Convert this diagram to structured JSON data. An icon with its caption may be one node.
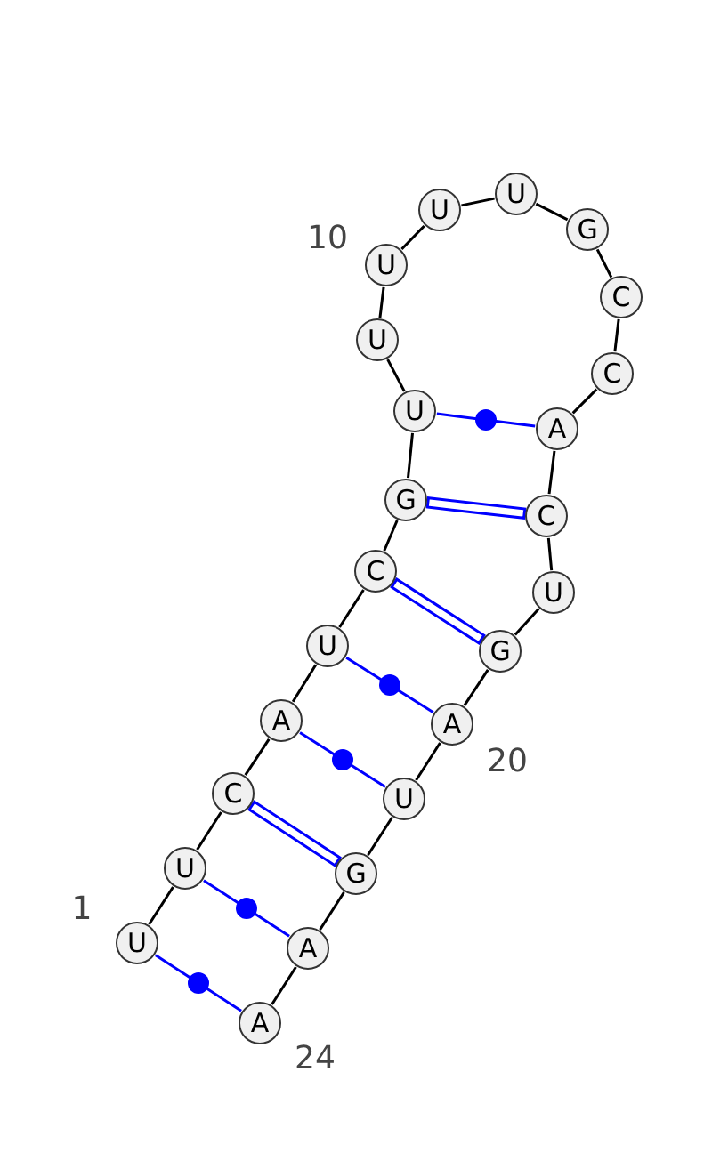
{
  "diagram": {
    "nodes": [
      {
        "text": [
          "U"
        ]
      },
      {
        "text": [
          "U"
        ]
      },
      {
        "text": [
          "C"
        ]
      },
      {
        "text": [
          "A"
        ]
      },
      {
        "text": [
          "U"
        ]
      },
      {
        "text": [
          "C"
        ]
      },
      {
        "text": [
          "G"
        ]
      },
      {
        "text": [
          "U"
        ]
      },
      {
        "text": [
          "U"
        ]
      },
      {
        "text": [
          "U"
        ]
      },
      {
        "text": [
          "U"
        ]
      },
      {
        "text": [
          "U"
        ]
      },
      {
        "text": [
          "G"
        ]
      },
      {
        "text": [
          "C"
        ]
      },
      {
        "text": [
          "C"
        ]
      },
      {
        "text": [
          "A"
        ]
      },
      {
        "text": [
          "C"
        ]
      },
      {
        "text": [
          "U"
        ]
      },
      {
        "text": [
          "G"
        ]
      },
      {
        "text": [
          "A"
        ]
      },
      {
        "text": [
          "U"
        ]
      },
      {
        "text": [
          "G"
        ]
      },
      {
        "text": [
          "A"
        ]
      },
      {
        "text": [
          "A"
        ]
      }
    ],
    "edges": [
      {
        "from": 0,
        "to": 1,
        "arrow": "none"
      },
      {
        "from": 1,
        "to": 2,
        "arrow": "none"
      },
      {
        "from": 2,
        "to": 3,
        "arrow": "none"
      },
      {
        "from": 3,
        "to": 4,
        "arrow": "none"
      },
      {
        "from": 4,
        "to": 5,
        "arrow": "none"
      },
      {
        "from": 5,
        "to": 6,
        "arrow": "none"
      },
      {
        "from": 6,
        "to": 7,
        "arrow": "none"
      },
      {
        "from": 7,
        "to": 8,
        "arrow": "none"
      },
      {
        "from": 8,
        "to": 9,
        "arrow": "none"
      },
      {
        "from": 9,
        "to": 10,
        "arrow": "none"
      },
      {
        "from": 10,
        "to": 11,
        "arrow": "none"
      },
      {
        "from": 11,
        "to": 12,
        "arrow": "none"
      },
      {
        "from": 12,
        "to": 13,
        "arrow": "none"
      },
      {
        "from": 13,
        "to": 14,
        "arrow": "none"
      },
      {
        "from": 14,
        "to": 15,
        "arrow": "none"
      },
      {
        "from": 15,
        "to": 16,
        "arrow": "none"
      },
      {
        "from": 16,
        "to": 17,
        "arrow": "none"
      },
      {
        "from": 17,
        "to": 18,
        "arrow": "none"
      },
      {
        "from": 18,
        "to": 19,
        "arrow": "none"
      },
      {
        "from": 19,
        "to": 20,
        "arrow": "none"
      },
      {
        "from": 20,
        "to": 21,
        "arrow": "none"
      },
      {
        "from": 21,
        "to": 22,
        "arrow": "none"
      },
      {
        "from": 22,
        "to": 23,
        "arrow": "none"
      },
      {
        "from": 0,
        "to": 23,
        "arrow": "none",
        "color": "#0000ff"
      },
      {
        "from": 1,
        "to": 22,
        "arrow": "none",
        "color": "#0000ff"
      },
      {
        "from": 2,
        "to": 21,
        "arrow": "none",
        "color": "#0000ff"
      },
      {
        "from": 3,
        "to": 20,
        "arrow": "none",
        "color": "#0000ff"
      },
      {
        "from": 4,
        "to": 19,
        "arrow": "none",
        "color": "#0000ff"
      },
      {
        "from": 5,
        "to": 18,
        "arrow": "none",
        "color": "#0000ff"
      },
      {
        "from": 6,
        "to": 16,
        "arrow": "none",
        "color": "#0000ff"
      },
      {
        "from": 7,
        "to": 15,
        "arrow": "none",
        "color": "#0000ff"
      }
    ],
    "labels": [
      "10",
      "1",
      "20",
      "24"
    ]
  }
}
